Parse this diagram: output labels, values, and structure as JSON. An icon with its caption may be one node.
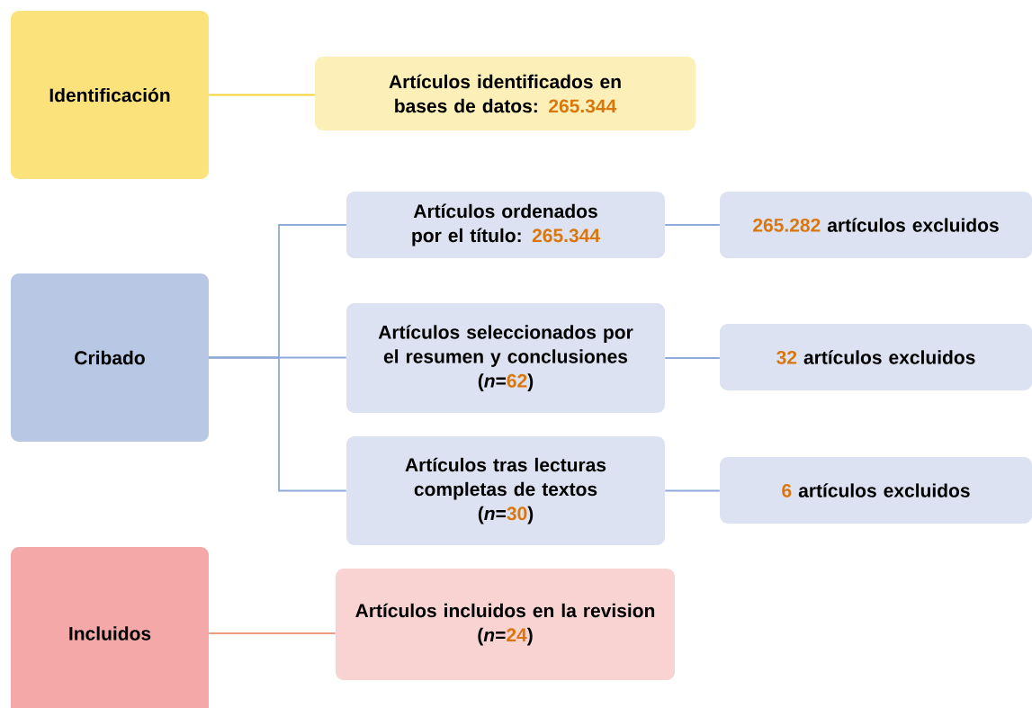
{
  "diagram": {
    "nodes": [
      {
        "text": [
          "Identificación"
        ]
      },
      {
        "text": [
          "Artículos identificados en bases de datos:",
          "265.344"
        ]
      },
      {
        "text": [
          "Cribado"
        ]
      },
      {
        "text": [
          "Artículos ordenados por el título:",
          "265.344"
        ]
      },
      {
        "text": [
          "265.282",
          "artículos excluidos"
        ]
      },
      {
        "text": [
          "Artículos seleccionados por el resumen y conclusiones",
          "(*n*=",
          "62",
          ")"
        ]
      },
      {
        "text": [
          "32",
          "artículos excluidos"
        ]
      },
      {
        "text": [
          "Artículos tras lecturas completas de textos",
          "(*n*=",
          "30",
          ")"
        ]
      },
      {
        "text": [
          "6",
          "artículos excluidos"
        ]
      },
      {
        "text": [
          "Incluidos"
        ]
      },
      {
        "text": [
          "Artículos incluidos en la revision",
          "(*n*=",
          "24",
          ")"
        ]
      }
    ],
    "edges": [
      {
        "from": 0,
        "to": 1,
        "arrow": "none",
        "color": "#f5d33a"
      },
      {
        "from": 2,
        "to": 3,
        "arrow": "none"
      },
      {
        "from": 2,
        "to": 5,
        "arrow": "none"
      },
      {
        "from": 2,
        "to": 7,
        "arrow": "none"
      },
      {
        "from": 3,
        "to": 4,
        "arrow": "none"
      },
      {
        "from": 5,
        "to": 6,
        "arrow": "none"
      },
      {
        "from": 7,
        "to": 8,
        "arrow": "none"
      },
      {
        "from": 9,
        "to": 10,
        "arrow": "none",
        "color": "#ee9a80"
      }
    ]
  }
}
